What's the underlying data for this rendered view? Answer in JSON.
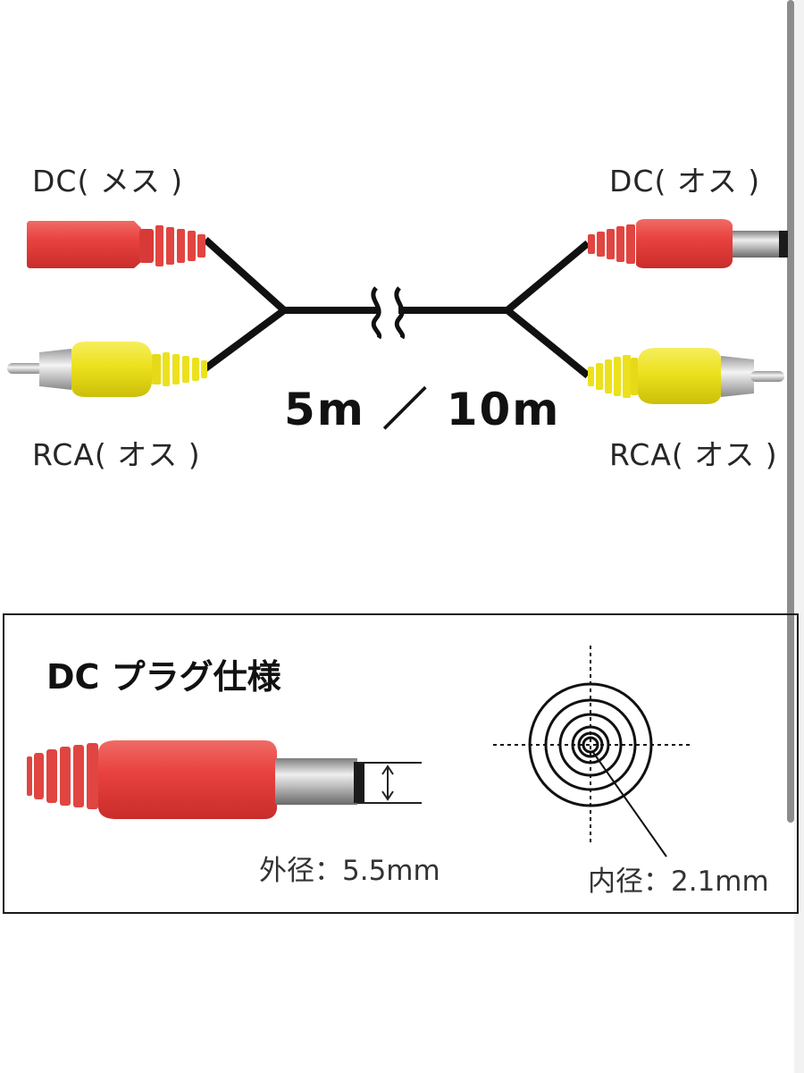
{
  "connectors": {
    "dc_female_label": "DC( メス )",
    "rca_left_label": "RCA( オス )",
    "dc_male_label": "DC( オス )",
    "rca_right_label": "RCA( オス )"
  },
  "cable": {
    "length_label": "5m ／ 10m"
  },
  "spec": {
    "title": "DC プラグ仕様",
    "outer_diameter_label": "外径：5.5mm",
    "inner_diameter_label": "内径：2.1mm"
  },
  "colors": {
    "plug_red": "#e8423f",
    "rca_yellow": "#ece11c",
    "cable_black": "#111111",
    "metal": "#c9c9c9"
  }
}
